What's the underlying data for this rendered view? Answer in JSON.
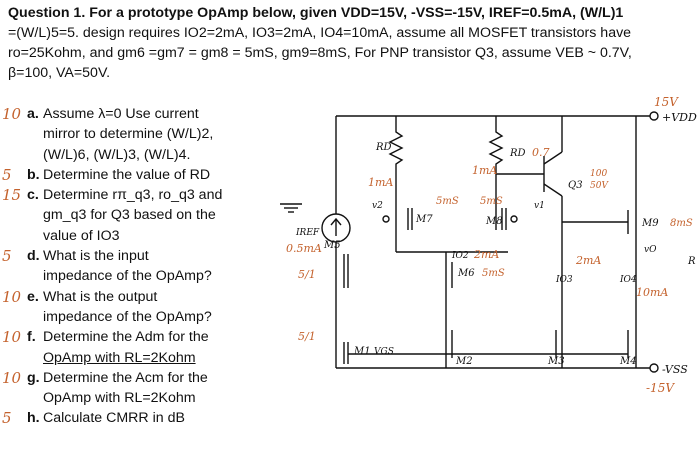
{
  "question": {
    "line1": "Question 1. For a prototype OpAmp below, given VDD=15V, -VSS=-15V, IREF=0.5mA, (W/L)1",
    "line2": "=(W/L)5=5. design requires IO2=2mA, IO3=2mA, IO4=10mA, assume all MOSFET transistors have",
    "line3": "ro=25Kohm, and gm6 =gm7 = gm8 = 5mS, gm9=8mS, For PNP transistor Q3, assume VEB ~ 0.7V,",
    "line4": "β=100, VA=50V."
  },
  "items": [
    {
      "letter": "a.",
      "lines": [
        "Assume λ=0 Use current",
        "mirror to determine (W/L)2,",
        "(W/L)6, (W/L)3, (W/L)4."
      ],
      "mark": "10"
    },
    {
      "letter": "b.",
      "lines": [
        "Determine the value of RD"
      ],
      "mark": "5"
    },
    {
      "letter": "c.",
      "lines": [
        "Determine rπ_q3, ro_q3 and",
        "gm_q3 for Q3 based on the",
        "value of IO3"
      ],
      "mark": "15"
    },
    {
      "letter": "d.",
      "lines": [
        "What is the input",
        "impedance of the OpAmp?"
      ],
      "mark": "5"
    },
    {
      "letter": "e.",
      "lines": [
        "What is the output",
        "impedance of the OpAmp?"
      ],
      "mark": "10"
    },
    {
      "letter": "f.",
      "lines": [
        "Determine the Adm for the",
        "OpAmp with RL=2Kohm"
      ],
      "mark": "10"
    },
    {
      "letter": "g.",
      "lines": [
        "Determine the Acm for the",
        "OpAmp with RL=2Kohm"
      ],
      "mark": "10"
    },
    {
      "letter": "h.",
      "lines": [
        "Calculate CMRR in dB"
      ],
      "mark": "5"
    }
  ],
  "circuit": {
    "vdd_label": "+VDD",
    "vss_label": "-VSS",
    "iref_label": "IREF",
    "rd_left": "RD",
    "rd_right": "RD",
    "q3": "Q3",
    "m1": "M1",
    "m2": "M2",
    "m3": "M3",
    "m4": "M4",
    "m5": "M5",
    "m6": "M6",
    "m7": "M7",
    "m8": "M8",
    "m9": "M9",
    "vgs": "VGS",
    "v1": "v1",
    "v2": "v2",
    "vo": "vO",
    "io2": "IO2",
    "io3": "IO3",
    "io4": "IO4",
    "rl_partial": "R",
    "annotations": {
      "vdd_val": "15V",
      "vss_val": "-15V",
      "iref_val": "0.5mA",
      "rd_left_current": "1mA",
      "rd_right_current": "1mA",
      "rd_right_val": "0.7",
      "q3_beta": "100",
      "q3_vbe": "50V",
      "io2_val": "2mA",
      "io3_val": "2mA",
      "io4_val": "10mA",
      "m7_gm": "5mS",
      "m8_gm": "5mS",
      "m6_gm": "5mS",
      "m9_gm": "8mS",
      "m5_ratio": "5/1",
      "m1_ratio": "5/1"
    }
  }
}
